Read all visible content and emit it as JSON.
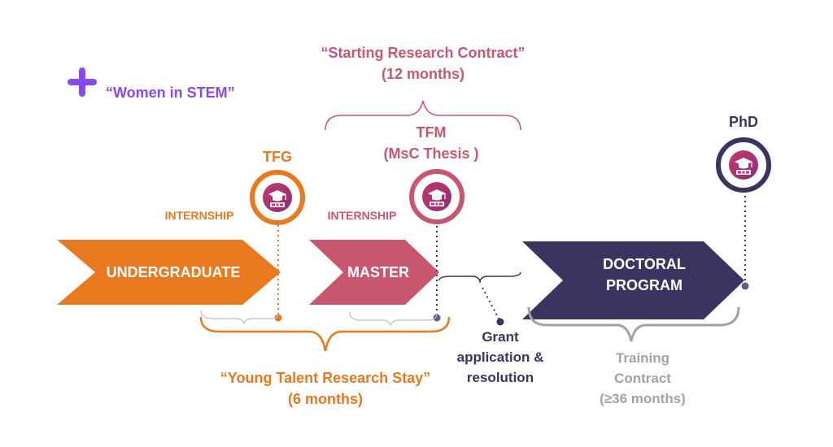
{
  "colors": {
    "orange": "#e8791e",
    "rose": "#c9566f",
    "navy": "#3a3560",
    "grey": "#a3a3a3",
    "purple": "#8a48f0",
    "cap_gradient_start": "#c6376a",
    "cap_gradient_end": "#8a2f7a"
  },
  "icons": {
    "plus": "plus-icon",
    "graduation": "graduation-cap-icon"
  },
  "women_in_stem": "“Women in STEM”",
  "starting_contract": {
    "line1": "“Starting Research Contract”",
    "line2": "(12 months)"
  },
  "stages": {
    "undergraduate": "UNDERGRADUATE",
    "master": "MASTER",
    "doctoral_line1": "DOCTORAL",
    "doctoral_line2": "PROGRAM"
  },
  "milestones": {
    "tfg": "TFG",
    "tfm_line1": "TFM",
    "tfm_line2": "(MsC Thesis )",
    "phd": "PhD"
  },
  "internship_1": "INTERNSHIP",
  "internship_2": "INTERNSHIP",
  "young_talent": {
    "line1": "“Young Talent Research Stay”",
    "line2": "(6 months)"
  },
  "grant": {
    "line1": "Grant",
    "line2": "application &",
    "line3": "resolution"
  },
  "training": {
    "line1": "Training",
    "line2": "Contract",
    "line3": "(≥36 months)"
  }
}
